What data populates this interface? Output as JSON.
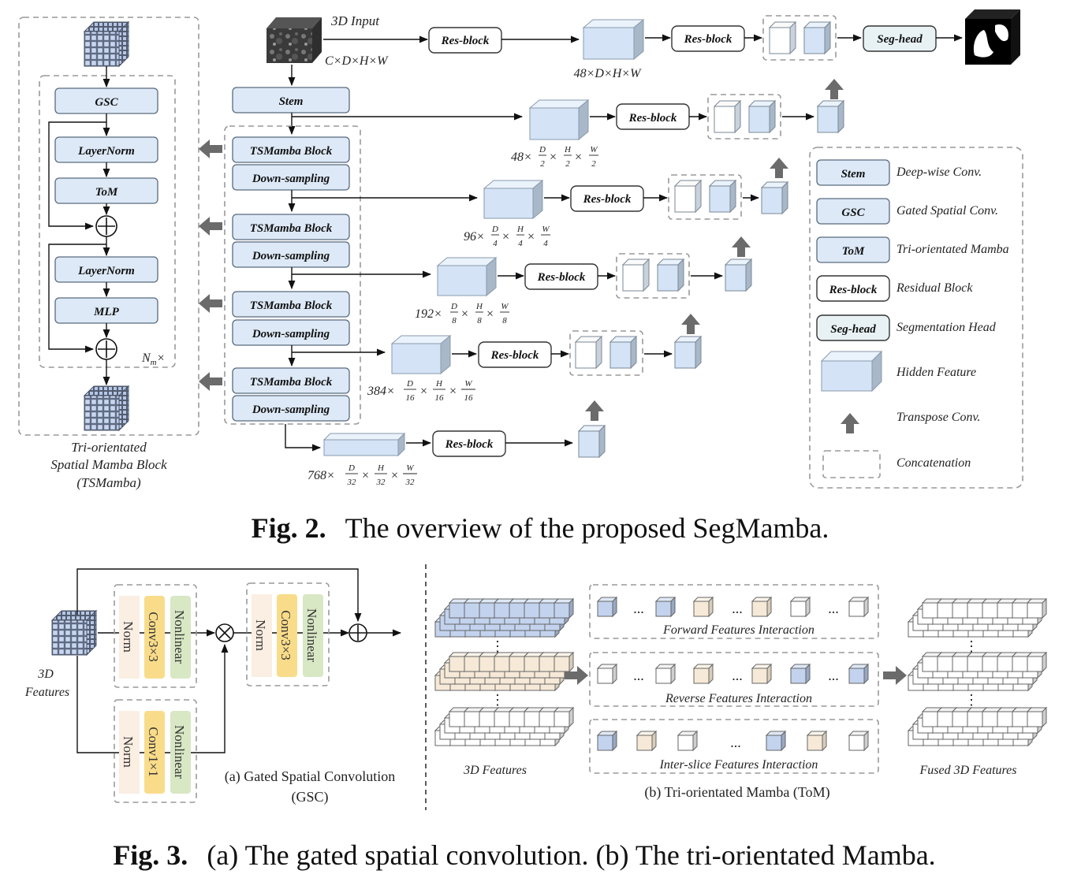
{
  "fig2": {
    "input_label": "3D Input",
    "input_dims": "C×D×H×W",
    "stem": "Stem",
    "gsc": "GSC",
    "layernorm": "LayerNorm",
    "tom": "ToM",
    "mlp": "MLP",
    "nm": "N",
    "nm_sub": "m",
    "nm_times": "×",
    "tsmamba_block": "TSMamba Block",
    "down_sampling": "Down-sampling",
    "res_block": "Res-block",
    "seg_head": "Seg-head",
    "tsmamba_caption": [
      "Tri-orientated",
      "Spatial Mamba Block",
      "(TSMamba)"
    ],
    "feat0": "48×D×H×W",
    "scales": [
      {
        "c": "48×",
        "d": "2"
      },
      {
        "c": "96×",
        "d": "4"
      },
      {
        "c": "192×",
        "d": "8"
      },
      {
        "c": "384×",
        "d": "16"
      },
      {
        "c": "768×",
        "d": "32"
      }
    ],
    "frac_letters": [
      "D",
      "H",
      "W"
    ],
    "times": "×",
    "legend": [
      {
        "key": "Stem",
        "desc": "Deep-wise Conv."
      },
      {
        "key": "GSC",
        "desc": "Gated Spatial Conv."
      },
      {
        "key": "ToM",
        "desc": "Tri-orientated Mamba"
      },
      {
        "key": "Res-block",
        "desc": "Residual Block"
      },
      {
        "key": "Seg-head",
        "desc": "Segmentation Head"
      },
      {
        "key": "",
        "desc": "Hidden Feature"
      },
      {
        "key": "",
        "desc": "Transpose Conv."
      },
      {
        "key": "",
        "desc": "Concatenation"
      }
    ],
    "caption_label": "Fig. 2.",
    "caption_text": "The overview of the proposed SegMamba."
  },
  "fig3": {
    "features_3d": [
      "3D",
      "Features"
    ],
    "norm": "Norm",
    "conv3": "Conv3×3",
    "conv1": "Conv1×1",
    "nonlinear": "Nonlinear",
    "gsc_caption": [
      "(a) Gated Spatial Convolution",
      "(GSC)"
    ],
    "dots": "...",
    "vdots": "⋮",
    "forward": "Forward Features Interaction",
    "reverse": "Reverse Features Interaction",
    "inter": "Inter-slice Features Interaction",
    "feat_in": "3D Features",
    "feat_out": "Fused 3D Features",
    "tom_caption": "(b) Tri-orientated Mamba (ToM)",
    "caption_label": "Fig. 3.",
    "caption_text": "(a) The gated spatial convolution. (b) The tri-orientated Mamba."
  },
  "colors": {
    "box_fill": "#dde9f7",
    "box_stroke": "#5a6b7d",
    "cube_front": "#d4e4f6",
    "cube_top": "#eaf2fb",
    "cube_side": "#a9b8c8",
    "norm_fill": "#fbeee2",
    "conv_fill": "#f9dc8a",
    "nonlinear_fill": "#d8e7c4",
    "arrow_grey": "#6b6b6b"
  }
}
